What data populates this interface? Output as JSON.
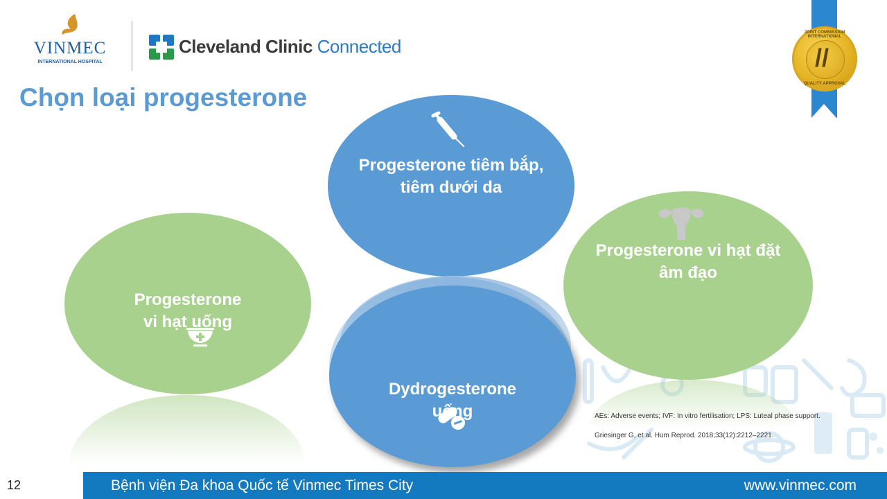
{
  "header": {
    "vinmec_logo": {
      "name": "VINMEC",
      "subtitle": "INTERNATIONAL HOSPITAL"
    },
    "partner_logo": {
      "name_bold": "Cleveland Clinic",
      "name_light": "Connected"
    },
    "accreditation_badge": {
      "top_text": "JOINT COMMISSION INTERNATIONAL",
      "bottom_text": "QUALITY APPROVAL"
    }
  },
  "slide": {
    "title": "Chọn loại progesterone",
    "options": [
      {
        "id": "injection",
        "line1": "Progesterone tiêm bắp,",
        "line2": "tiêm dưới da",
        "icon": "syringe-icon",
        "color": "#5b9bd5"
      },
      {
        "id": "vaginal",
        "line1": "Progesterone vi hạt đặt",
        "line2": "âm đạo",
        "icon": "uterus-icon",
        "color": "#a9d18e"
      },
      {
        "id": "oral-micronized",
        "line1": "Progesterone",
        "line2": "vi hạt uống",
        "icon": "mortar-bowl-icon",
        "color": "#a9d18e"
      },
      {
        "id": "dydrogesterone",
        "line1": "Dydrogesterone",
        "line2": "uống",
        "icon": "pills-icon",
        "color": "#5b9bd5"
      }
    ],
    "footnotes": [
      "AEs: Adverse events; IVF: In vitro fertilisation; LPS: Luteal phase support.",
      "Griesinger G, et al. Hum Reprod. 2018;33(12):2212–2221."
    ]
  },
  "footer": {
    "page_number": "12",
    "hospital_name": "Bệnh viện Đa khoa Quốc tế Vinmec Times City",
    "website": "www.vinmec.com",
    "bar_color": "#137ac0"
  },
  "colors": {
    "title": "#5b9bd5",
    "blue_ellipse": "#5b9bd5",
    "green_ellipse": "#a9d18e"
  }
}
